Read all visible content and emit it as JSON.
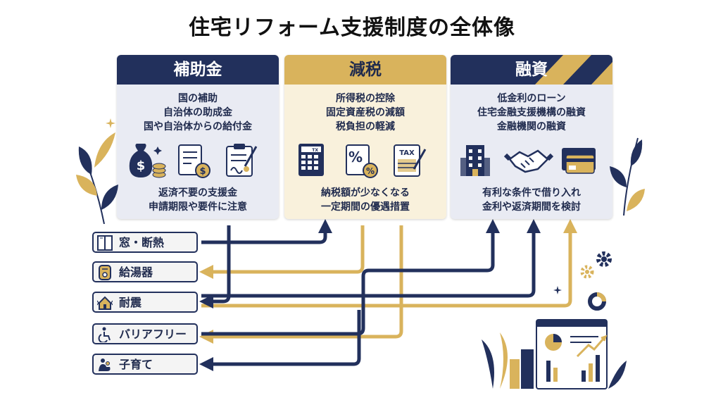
{
  "title": "住宅リフォーム支援制度の全体像",
  "colors": {
    "navy": "#22305c",
    "gold": "#d9b35c",
    "light_blue": "#e9ebf3",
    "cream": "#f9f1dc"
  },
  "cards": {
    "subsidy": {
      "header": "補助金",
      "lines": [
        "国の補助",
        "自治体の助成金",
        "国や自治体からの給付金"
      ],
      "icons": [
        "money-bag-icon",
        "document-coin-icon",
        "clipboard-sign-icon"
      ],
      "notes": [
        "返済不要の支援金",
        "申請期限や要件に注意"
      ]
    },
    "tax": {
      "header": "減税",
      "lines": [
        "所得税の控除",
        "固定資産税の減額",
        "税負担の軽減"
      ],
      "icons": [
        "calculator-icon",
        "percent-document-icon",
        "tax-clipboard-icon"
      ],
      "icon_texts": {
        "tx": "TX",
        "tax": "TAX"
      },
      "notes": [
        "納税額が少なくなる",
        "一定期間の優遇措置"
      ]
    },
    "loan": {
      "header": "融資",
      "lines": [
        "低金利のローン",
        "住宅金融支援機構の融資",
        "金融機関の融資"
      ],
      "icons": [
        "bank-building-icon",
        "handshake-icon",
        "credit-card-icon"
      ],
      "notes": [
        "有利な条件で借り入れ",
        "金利や返済期間を検討"
      ]
    }
  },
  "categories": [
    {
      "label": "窓・断熱",
      "icon": "window-icon"
    },
    {
      "label": "給湯器",
      "icon": "water-heater-icon"
    },
    {
      "label": "耐震",
      "icon": "quake-house-icon"
    },
    {
      "label": "バリアフリー",
      "icon": "wheelchair-icon"
    },
    {
      "label": "子育て",
      "icon": "parent-child-icon"
    }
  ]
}
